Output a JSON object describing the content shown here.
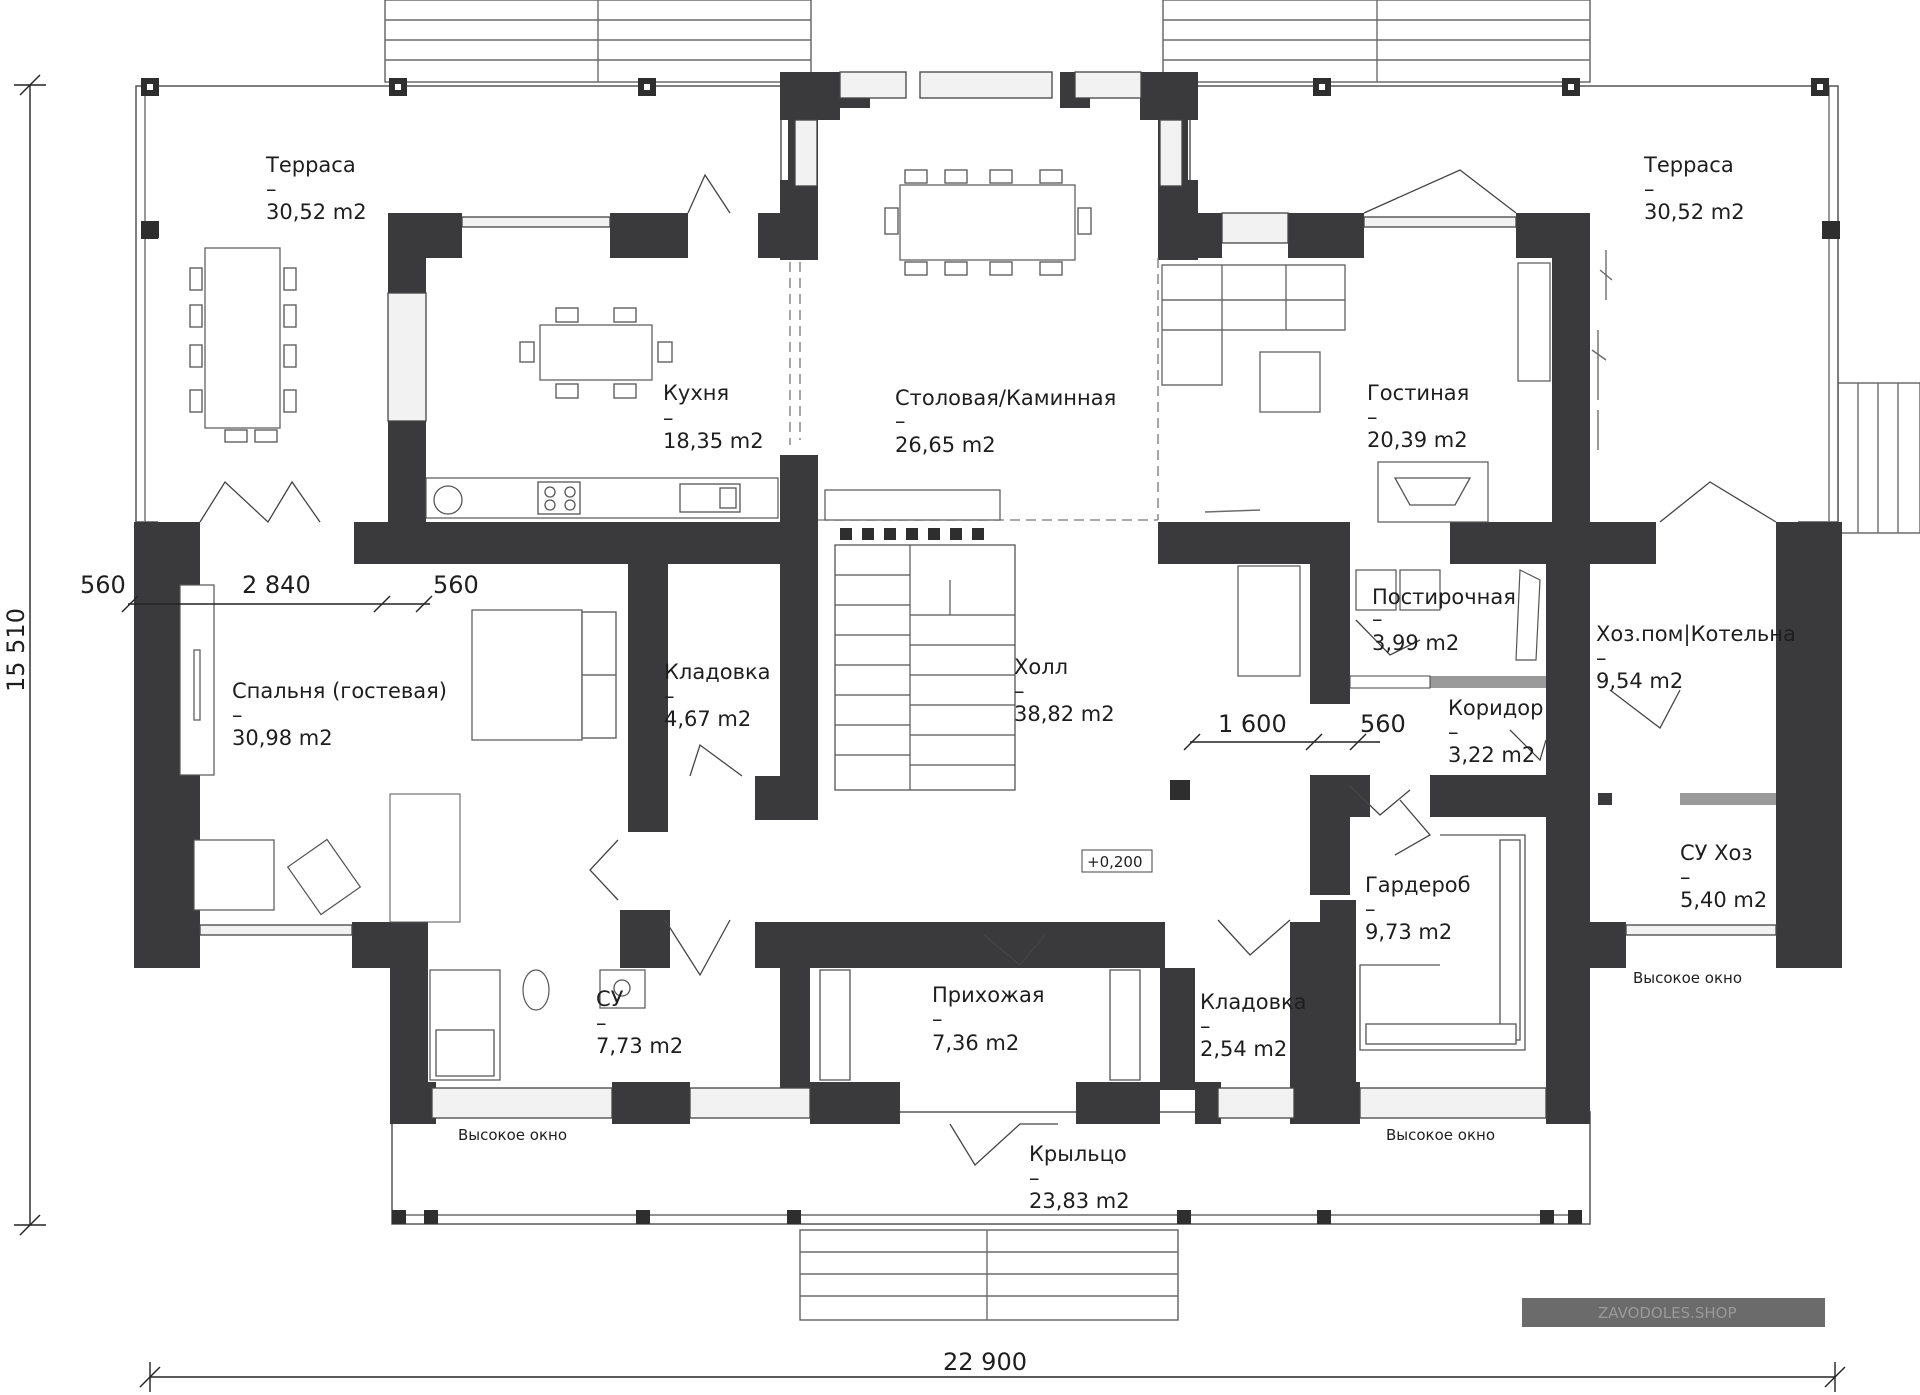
{
  "rooms": {
    "terrace_left": {
      "name": "Терраса",
      "area": "30,52 m2"
    },
    "terrace_right": {
      "name": "Терраса",
      "area": "30,52 m2"
    },
    "kitchen": {
      "name": "Кухня",
      "area": "18,35 m2"
    },
    "dining": {
      "name": "Столовая/Каминная",
      "area": "26,65 m2"
    },
    "living": {
      "name": "Гостиная",
      "area": "20,39 m2"
    },
    "bedroom": {
      "name": "Спальня (гостевая)",
      "area": "30,98 m2"
    },
    "pantry1": {
      "name": "Кладовка",
      "area": "4,67 m2"
    },
    "hall": {
      "name": "Холл",
      "area": "38,82 m2"
    },
    "laundry": {
      "name": "Постирочная",
      "area": "3,99 m2"
    },
    "utility": {
      "name": "Хоз.пом|Котельна",
      "area": "9,54 m2"
    },
    "corridor": {
      "name": "Коридор",
      "area": "3,22 m2"
    },
    "wardrobe": {
      "name": "Гардероб",
      "area": "9,73 m2"
    },
    "wc_utility": {
      "name": "СУ Хоз",
      "area": "5,40 m2"
    },
    "bathroom": {
      "name": "СУ",
      "area": "7,73 m2"
    },
    "entrance": {
      "name": "Прихожая",
      "area": "7,36 m2"
    },
    "pantry2": {
      "name": "Кладовка",
      "area": "2,54 m2"
    },
    "porch": {
      "name": "Крыльцо",
      "area": "23,83 m2"
    }
  },
  "dims": {
    "total_width": "22 900",
    "total_height": "15 510",
    "wall_left": "560",
    "bedroom_width": "2 840",
    "wall_mid": "560",
    "corr_width": "1 600",
    "wall_right": "560"
  },
  "notes": {
    "high_window": "Высокое окно",
    "level_mark": "+0,200",
    "dash": "–"
  },
  "watermark": "ZAVODOLES.SHOP"
}
